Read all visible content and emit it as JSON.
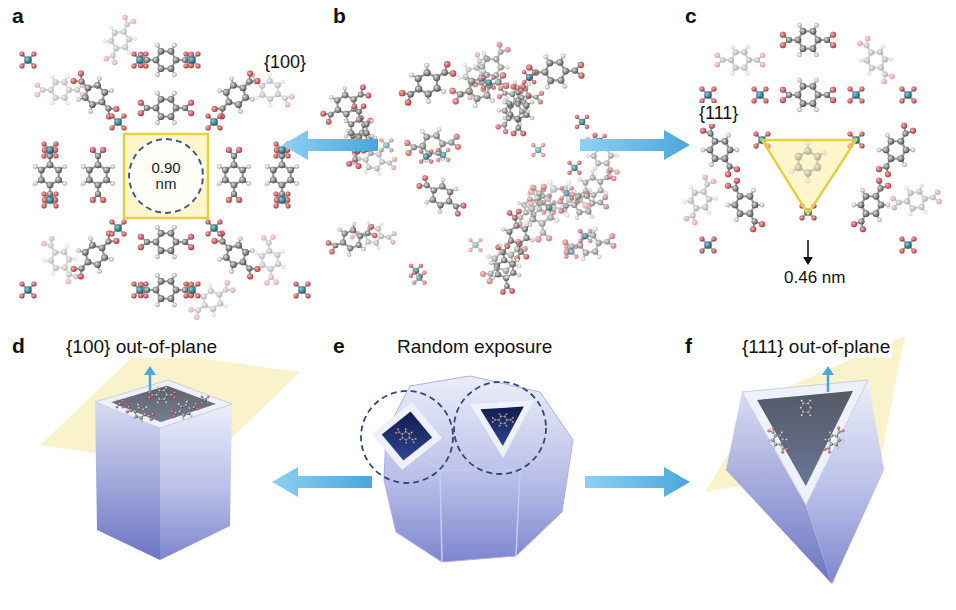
{
  "diagram": {
    "nodes": [
      {
        "text": [
          "0.90 nm"
        ]
      }
    ],
    "labels": [
      "a",
      "{100}",
      "b",
      "c",
      "{111}",
      "0.46 nm",
      "d",
      "{100} out-of-plane",
      "e",
      "Random exposure",
      "f",
      "{111} out-of-plane"
    ]
  }
}
